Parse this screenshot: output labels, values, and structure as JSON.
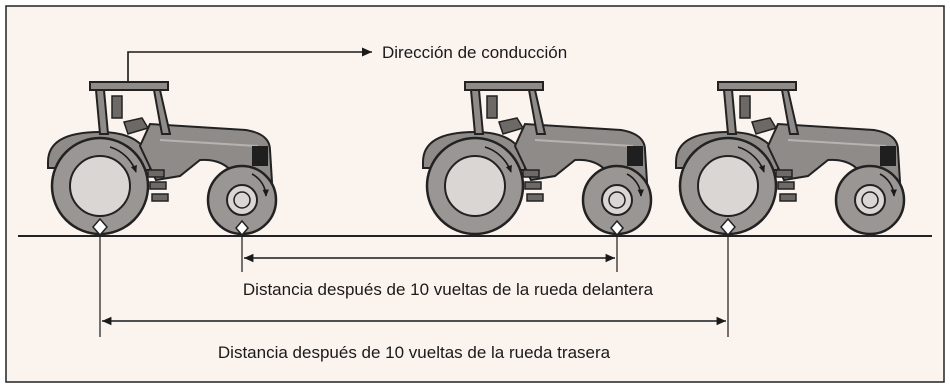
{
  "labels": {
    "driving_direction": "Dirección de conducción",
    "front_wheel_distance": "Distancia después de 10 vueltas de la rueda delantera",
    "rear_wheel_distance": "Distancia después de 10 vueltas de la rueda trasera"
  },
  "tractors": [
    {
      "position": "start"
    },
    {
      "position": "after-10-front-wheel-turns"
    },
    {
      "position": "after-10-rear-wheel-turns"
    }
  ],
  "colors": {
    "background": "#fbf3ee",
    "frame": "#222222",
    "body": "#8f8b88",
    "body_dark": "#6d6966",
    "tire": "#9a9693",
    "rim": "#d9d6d3",
    "ink": "#1a1a1a"
  }
}
